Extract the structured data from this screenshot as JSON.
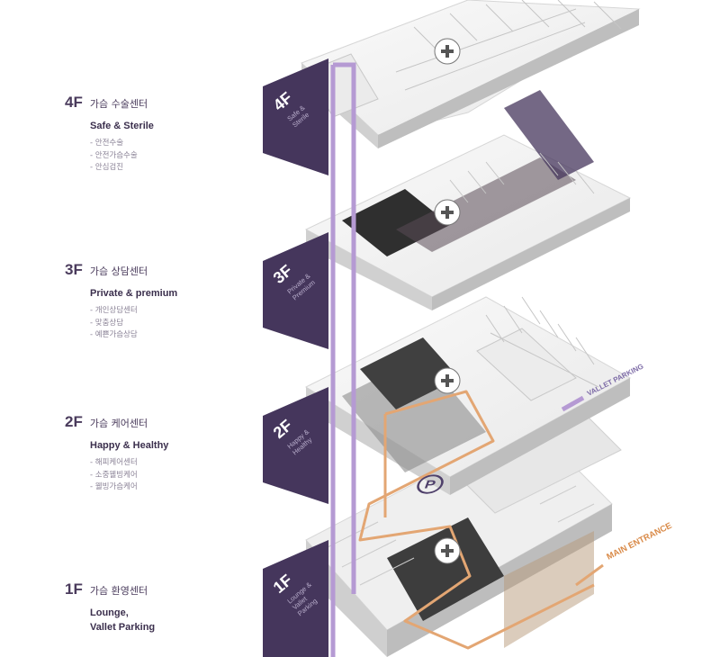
{
  "floors": [
    {
      "code": "4F",
      "title": "가슴 수술센터",
      "subtitle": "Safe & Sterile",
      "items": [
        "- 안전수술",
        "- 안전가슴수술",
        "- 안심검진"
      ],
      "tag": [
        "Safe &",
        "Sterile"
      ]
    },
    {
      "code": "3F",
      "title": "가슴 상담센터",
      "subtitle": "Private & premium",
      "items": [
        "- 개인상담센터",
        "- 맞춤상담",
        "- 예쁜가슴상담"
      ],
      "tag": [
        "Private &",
        "Premium"
      ]
    },
    {
      "code": "2F",
      "title": "가슴 케어센터",
      "subtitle": "Happy & Healthy",
      "items": [
        "- 해피케어센터",
        "- 소중웰빙케어",
        "- 웰빙가슴케어"
      ],
      "tag": [
        "Happy &",
        "Healthy"
      ]
    },
    {
      "code": "1F",
      "title": "가슴 환영센터",
      "subtitle": "Lounge,\nVallet Parking",
      "items": [],
      "tag": [
        "Lounge &",
        "Vallet",
        "Parking"
      ]
    }
  ],
  "diagram": {
    "vallet_parking_label": "VALLET PARKING",
    "main_entrance_label": "MAIN ENTRANCE",
    "parking_symbol": "P",
    "medical_cross_symbol": "+",
    "colors": {
      "accent_purple": "#45365c",
      "elevator_lilac": "#b59ad3",
      "route_orange": "#e3a673",
      "floor_white": "#f3f3f3"
    }
  }
}
